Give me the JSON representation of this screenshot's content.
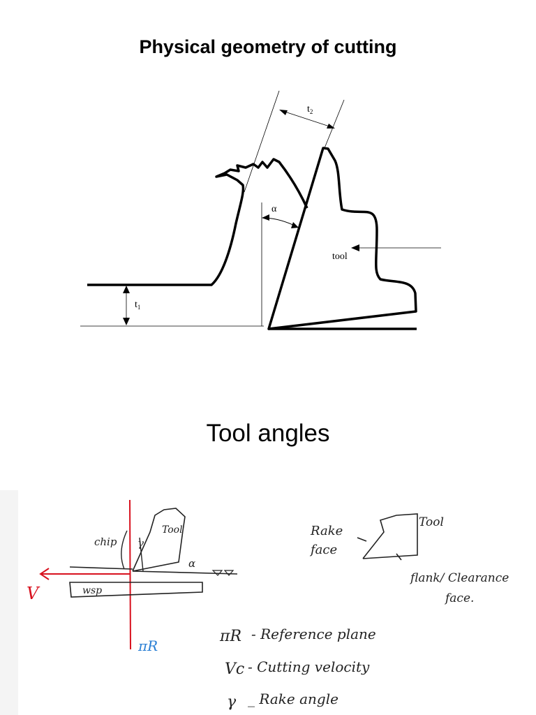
{
  "slide": {
    "title_geometry": "Physical geometry of cutting",
    "title_angles": "Tool angles"
  },
  "diagram_geometry": {
    "label_t2": "t",
    "label_t2_sub": "2",
    "label_alpha": "α",
    "label_tool": "tool",
    "label_t1": "t",
    "label_t1_sub": "1"
  },
  "sketch": {
    "label_chip": "chip",
    "label_tool": "Tool",
    "label_gamma": "γ",
    "label_alpha": "α",
    "label_wsp": "wsp",
    "label_v": "V",
    "label_pi_r": "πR",
    "label_rake_face_1": "Rake",
    "label_rake_face_2": "face",
    "label_tool_right": "Tool",
    "label_flank_1": "flank/ Clearance",
    "label_flank_2": "face.",
    "def_1_symbol": "πR",
    "def_1_text": "- Reference plane",
    "def_2_symbol": "Vc",
    "def_2_text": "- Cutting velocity",
    "def_3_symbol": "γ",
    "def_3_text": "_ Rake angle"
  }
}
